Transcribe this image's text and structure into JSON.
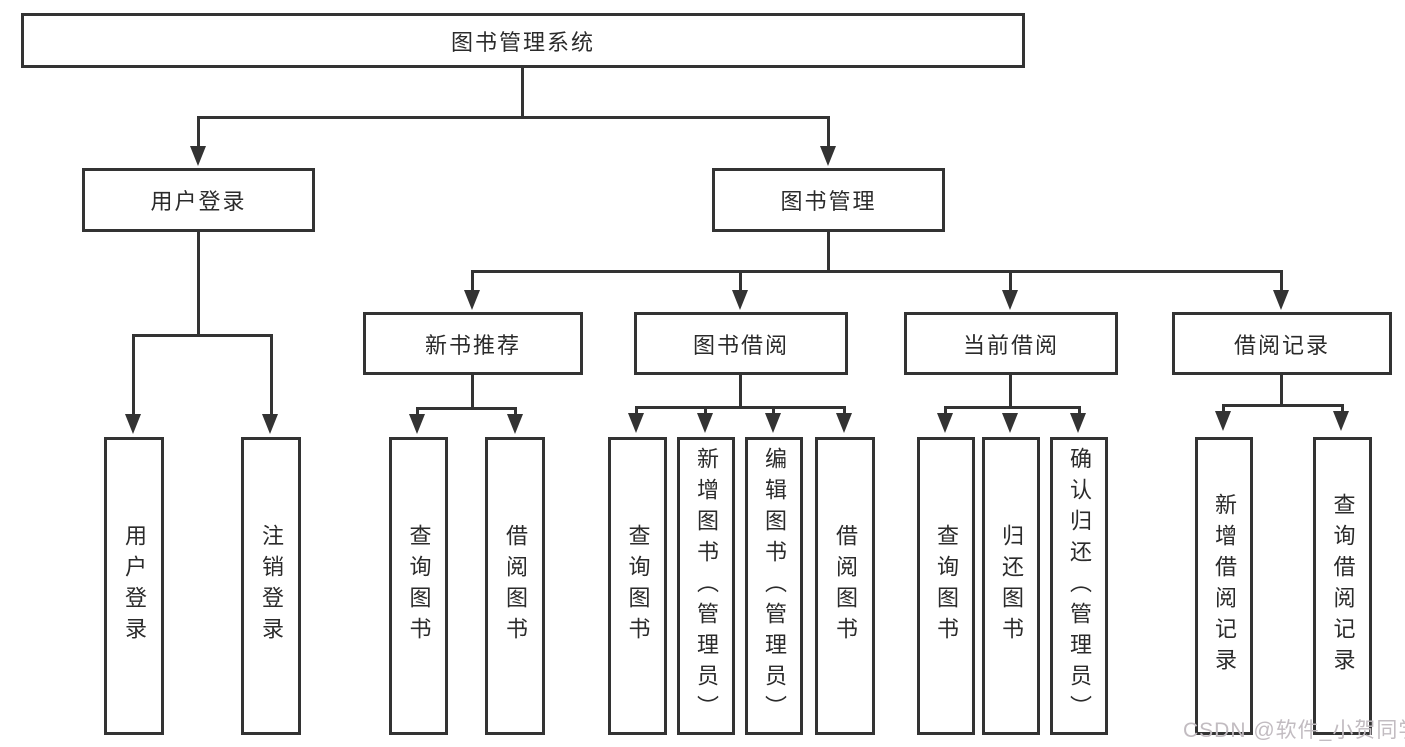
{
  "diagram": {
    "root": {
      "label": "图书管理系统"
    },
    "branches": [
      {
        "label": "用户登录",
        "children": [
          {
            "label": "用户登录"
          },
          {
            "label": "注销登录"
          }
        ]
      },
      {
        "label": "图书管理",
        "groups": [
          {
            "label": "新书推荐",
            "children": [
              {
                "label": "查询图书"
              },
              {
                "label": "借阅图书"
              }
            ]
          },
          {
            "label": "图书借阅",
            "children": [
              {
                "label": "查询图书"
              },
              {
                "label": "新增图书（管理员）"
              },
              {
                "label": "编辑图书（管理员）"
              },
              {
                "label": "借阅图书"
              }
            ]
          },
          {
            "label": "当前借阅",
            "children": [
              {
                "label": "查询图书"
              },
              {
                "label": "归还图书"
              },
              {
                "label": "确认归还（管理员）"
              }
            ]
          },
          {
            "label": "借阅记录",
            "children": [
              {
                "label": "新增借阅记录"
              },
              {
                "label": "查询借阅记录"
              }
            ]
          }
        ]
      }
    ]
  },
  "watermark": {
    "text": "CSDN @软件_小贺同学"
  },
  "colors": {
    "line": "#333333",
    "box_border": "#333333",
    "box_fill": "#ffffff",
    "text": "#2b2b2b",
    "background": "#ffffff",
    "watermark": "#c2bcc1"
  }
}
